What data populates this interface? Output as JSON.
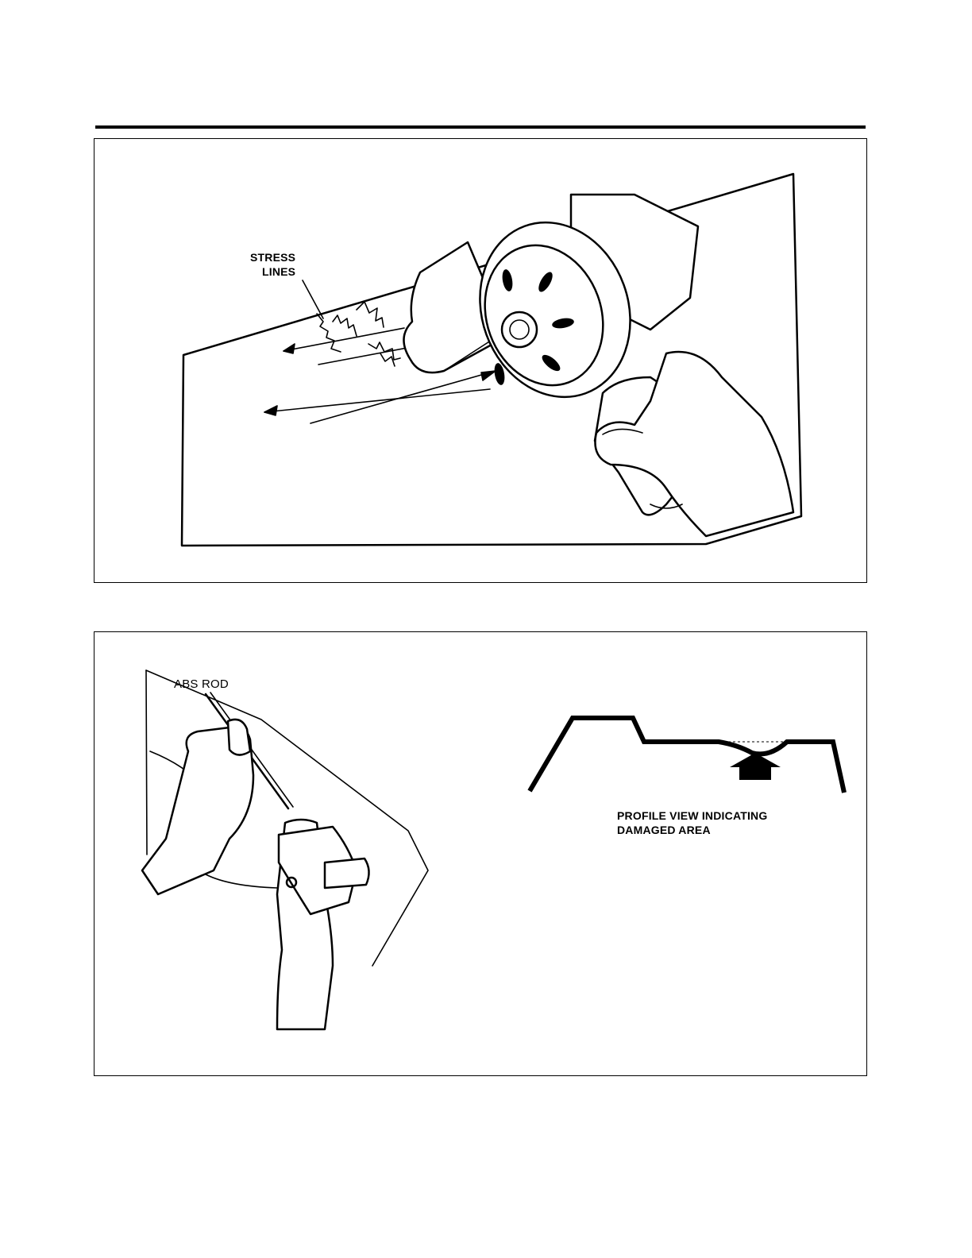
{
  "figure_top": {
    "callout": "STRESS\nLINES"
  },
  "figure_bottom": {
    "rod_label": "ABS ROD",
    "profile_caption": "PROFILE VIEW INDICATING\nDAMAGED AREA"
  }
}
